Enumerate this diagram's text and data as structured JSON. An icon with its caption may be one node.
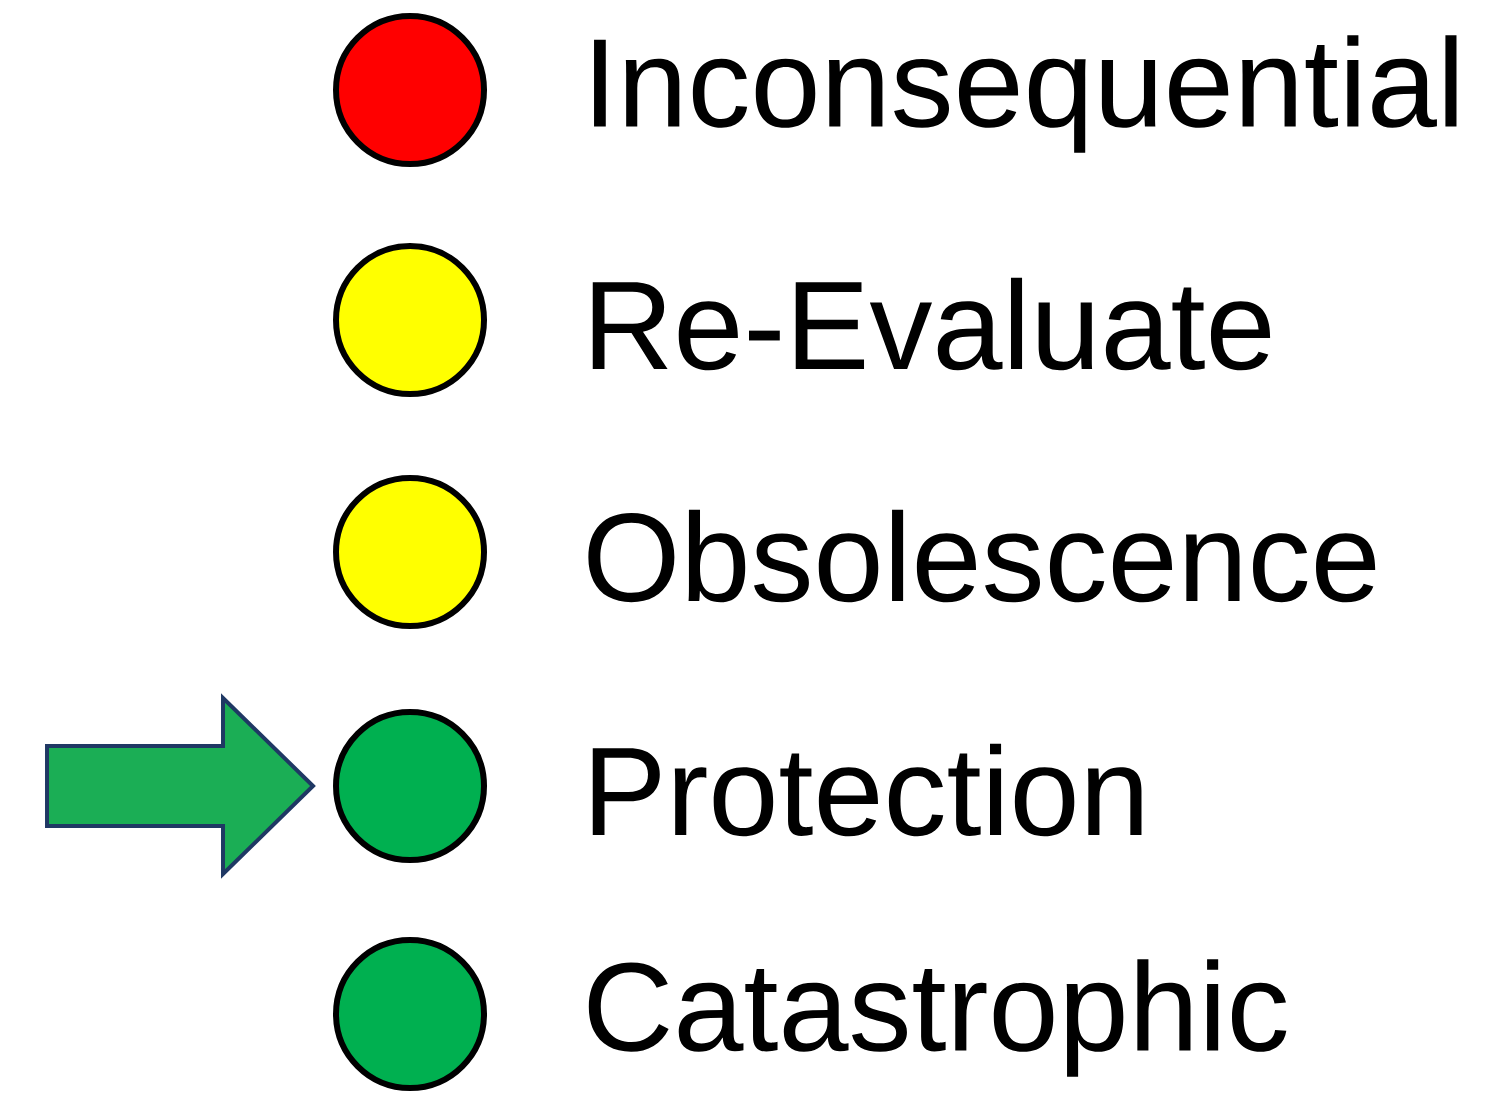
{
  "diagram": {
    "nodes": [
      {
        "text": [],
        "shape": "circle",
        "beside": [
          "Inconsequential"
        ]
      },
      {
        "text": [],
        "shape": "circle",
        "beside": [
          "Re-Evaluate"
        ]
      },
      {
        "text": [],
        "shape": "circle",
        "beside": [
          "Obsolescence"
        ]
      },
      {
        "text": [],
        "shape": "circle",
        "beside": [
          "Protection"
        ]
      },
      {
        "text": [],
        "shape": "circle",
        "beside": [
          "Catastrophic"
        ]
      }
    ],
    "edges": [
      {
        "from": null,
        "to": 3,
        "arrow": "to"
      }
    ]
  }
}
